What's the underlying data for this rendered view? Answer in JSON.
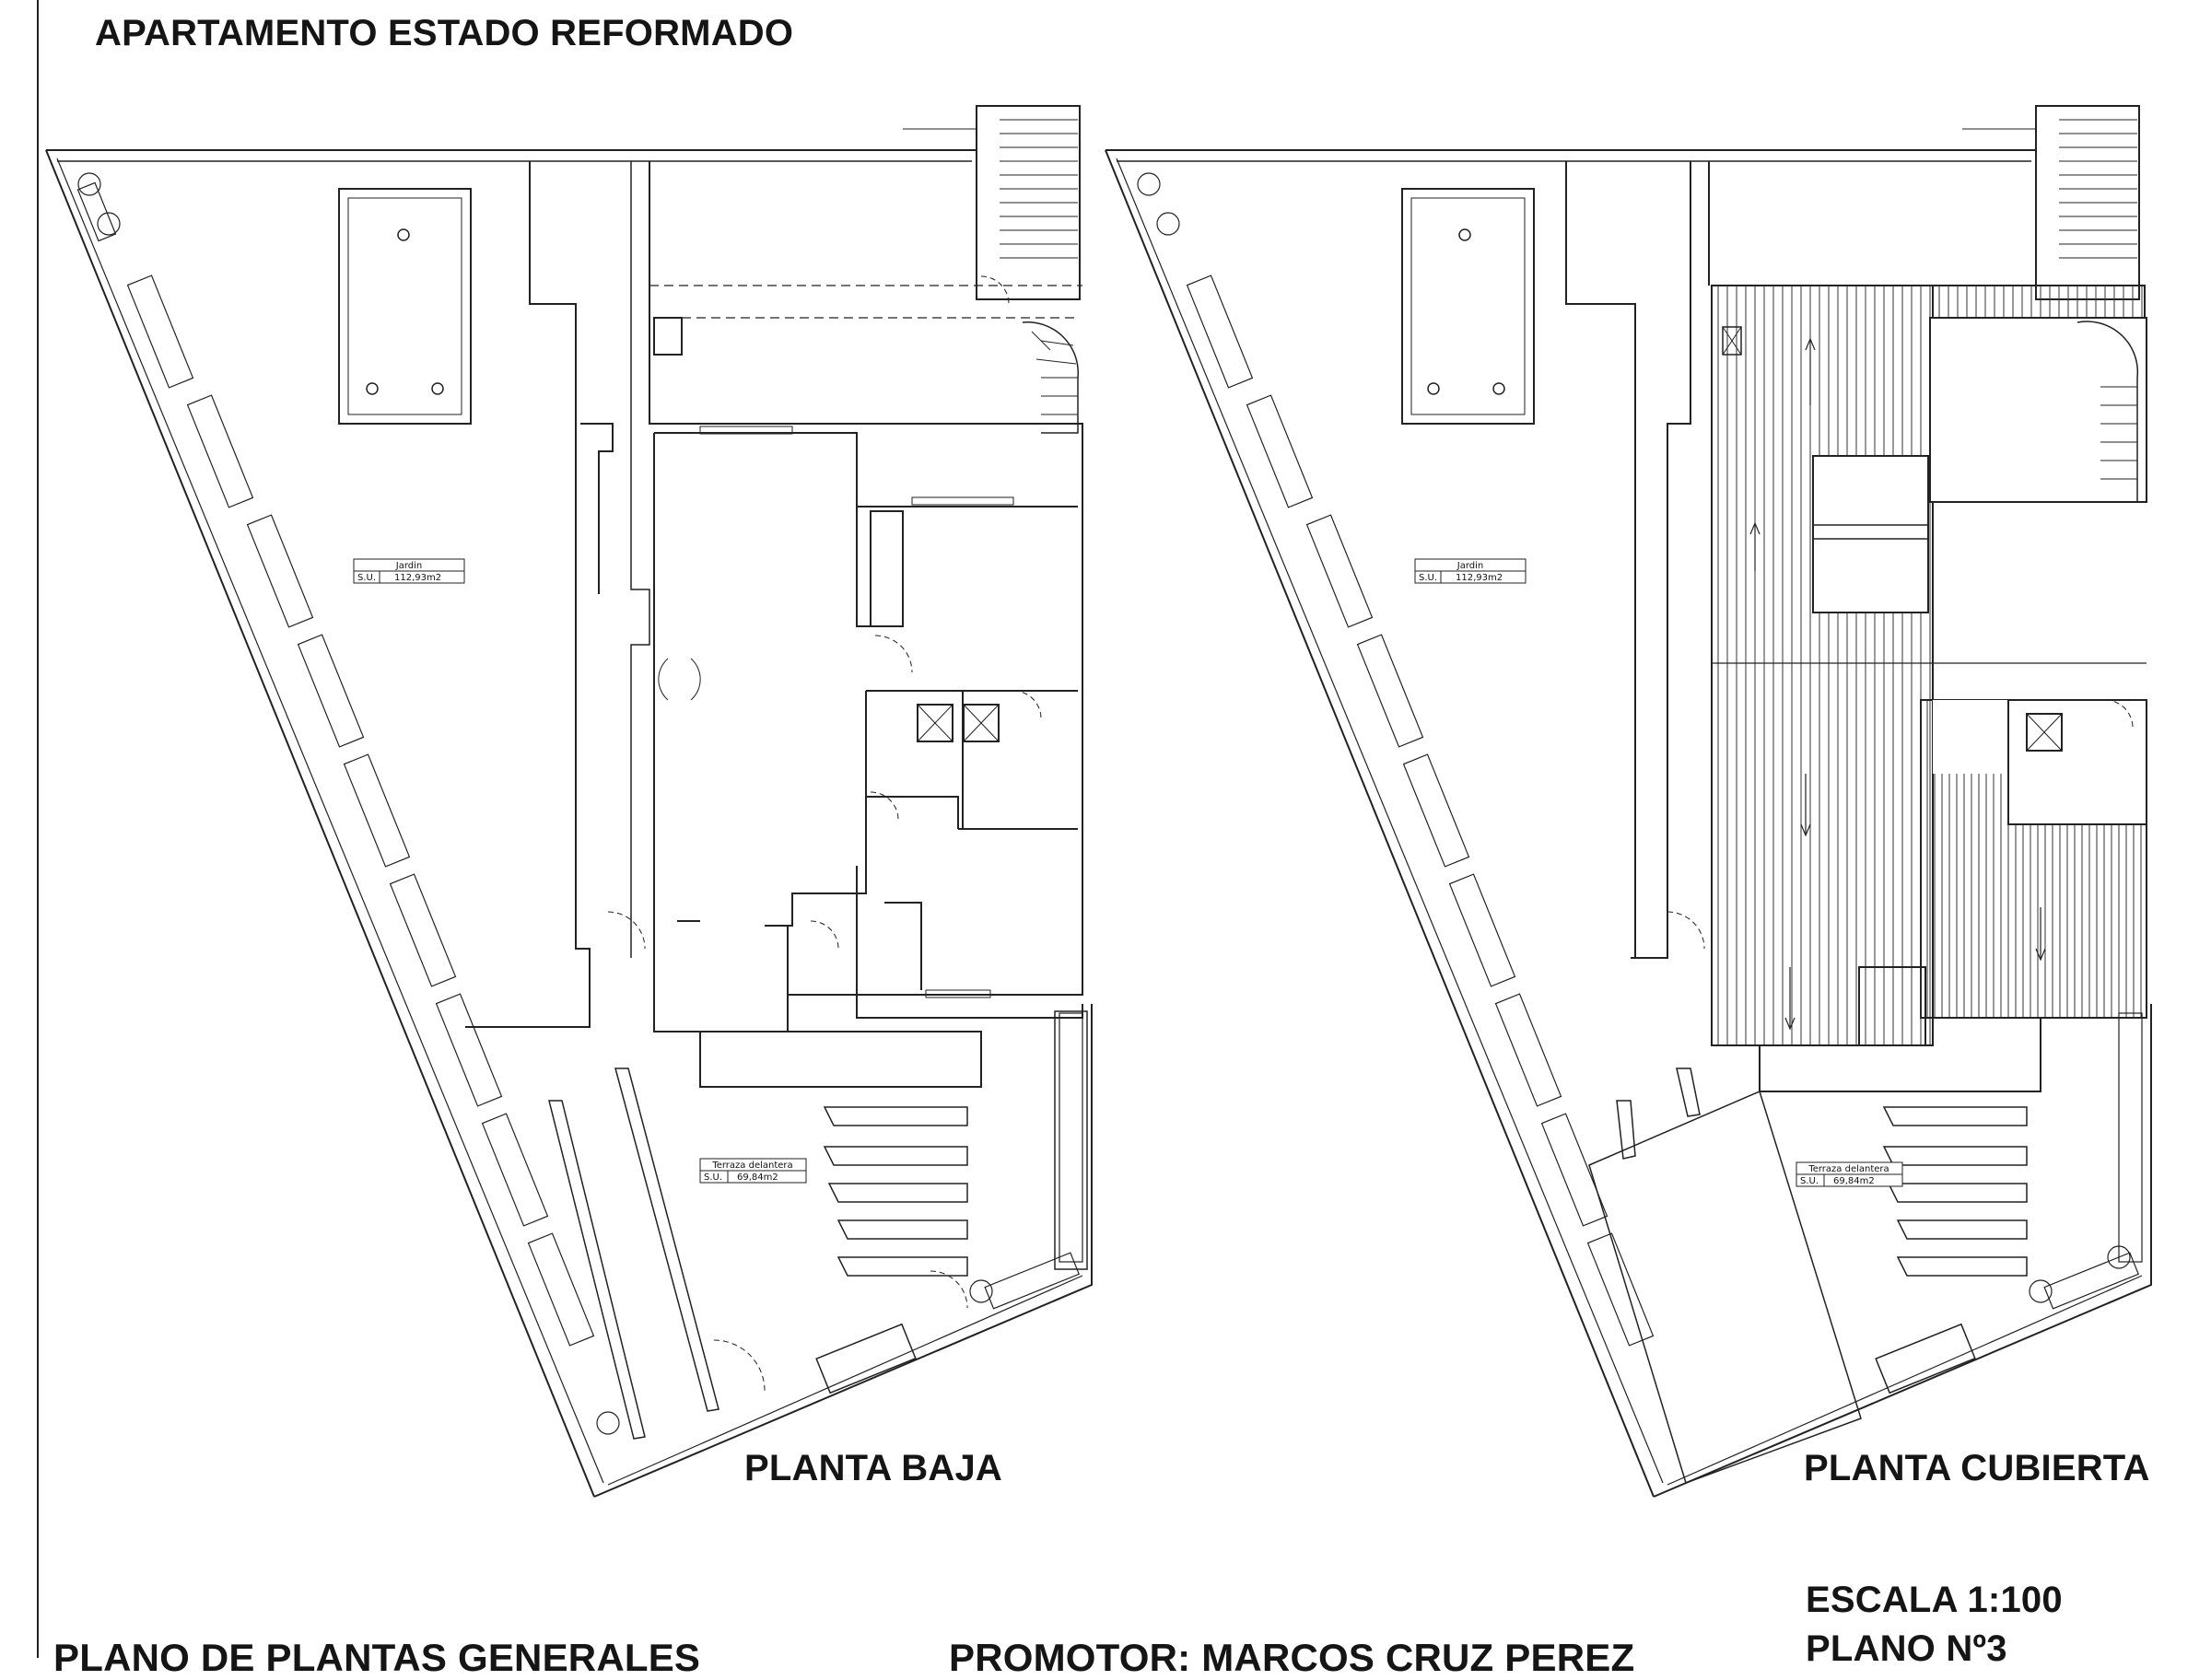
{
  "sheet": {
    "title": "APARTAMENTO ESTADO REFORMADO",
    "footer_left": "PLANO DE PLANTAS GENERALES",
    "footer_middle": "PROMOTOR: MARCOS CRUZ PEREZ",
    "scale": "ESCALA 1:100",
    "plan_number": "PLANO Nº3"
  },
  "plans": [
    {
      "title": "PLANTA BAJA",
      "rooms": [
        {
          "name": "Jardin",
          "su_label": "S.U.",
          "area": "112,93m2"
        },
        {
          "name": "Terraza delantera",
          "su_label": "S.U.",
          "area": "69,84m2"
        }
      ]
    },
    {
      "title": "PLANTA CUBIERTA",
      "rooms": [
        {
          "name": "Jardin",
          "su_label": "S.U.",
          "area": "112,93m2"
        },
        {
          "name": "Terraza delantera",
          "su_label": "S.U.",
          "area": "69,84m2"
        }
      ]
    }
  ],
  "colors": {
    "line": "#222222",
    "background": "#ffffff"
  }
}
